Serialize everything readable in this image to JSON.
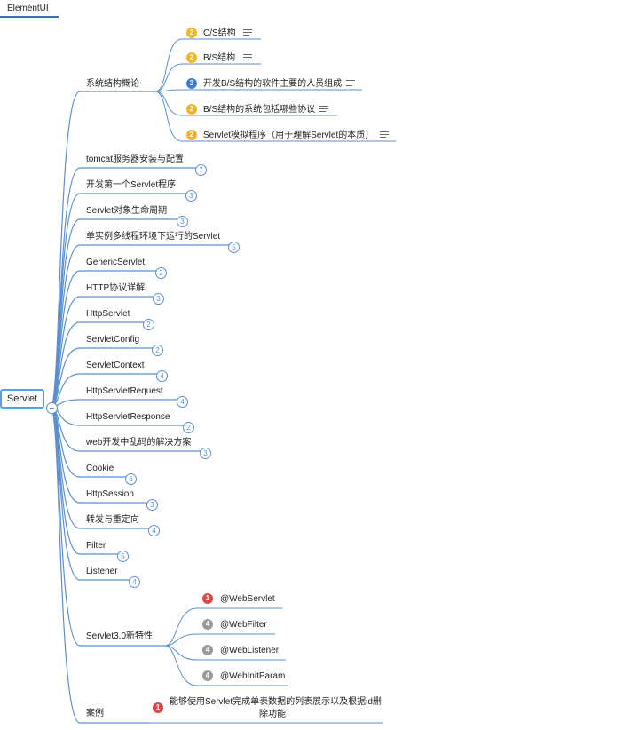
{
  "top_title": "ElementUI",
  "root": {
    "label": "Servlet"
  },
  "colors": {
    "line": "#5b8fd0",
    "badge_yellow": "#f0b429",
    "badge_blue": "#3d7dd8",
    "badge_red": "#e04848",
    "badge_gray": "#9a9a9a"
  },
  "branches": [
    {
      "label": "系统结构概论",
      "children": [
        {
          "badge": "2",
          "badge_color": "yellow",
          "label": "C/S结构",
          "note": true
        },
        {
          "badge": "2",
          "badge_color": "yellow",
          "label": "B/S结构",
          "note": true
        },
        {
          "badge": "3",
          "badge_color": "blue",
          "label": "开发B/S结构的软件主要的人员组成",
          "note": true
        },
        {
          "badge": "2",
          "badge_color": "yellow",
          "label": "B/S结构的系统包括哪些协议",
          "note": true
        },
        {
          "badge": "2",
          "badge_color": "yellow",
          "label": "Servlet模拟程序（用于理解Servlet的本质）",
          "note": true
        }
      ]
    },
    {
      "label": "tomcat服务器安装与配置",
      "count": "7"
    },
    {
      "label": "开发第一个Servlet程序",
      "count": "3"
    },
    {
      "label": "Servlet对象生命周期",
      "count": "3"
    },
    {
      "label": "单实例多线程环境下运行的Servlet",
      "count": "5"
    },
    {
      "label": "GenericServlet",
      "count": "2"
    },
    {
      "label": "HTTP协议详解",
      "count": "3"
    },
    {
      "label": "HttpServlet",
      "count": "2"
    },
    {
      "label": "ServletConfig",
      "count": "2"
    },
    {
      "label": "ServletContext",
      "count": "4"
    },
    {
      "label": "HttpServletRequest",
      "count": "4"
    },
    {
      "label": "HttpServletResponse",
      "count": "2"
    },
    {
      "label": "web开发中乱码的解决方案",
      "count": "3"
    },
    {
      "label": "Cookie",
      "count": "6"
    },
    {
      "label": "HttpSession",
      "count": "3"
    },
    {
      "label": "转发与重定向",
      "count": "4"
    },
    {
      "label": "Filter",
      "count": "5"
    },
    {
      "label": "Listener",
      "count": "4"
    },
    {
      "label": "Servlet3.0新特性",
      "children": [
        {
          "badge": "1",
          "badge_color": "red",
          "label": "@WebServlet"
        },
        {
          "badge": "4",
          "badge_color": "gray",
          "label": "@WebFilter"
        },
        {
          "badge": "4",
          "badge_color": "gray",
          "label": "@WebListener"
        },
        {
          "badge": "4",
          "badge_color": "gray",
          "label": "@WebInitParam"
        }
      ]
    },
    {
      "label": "案例",
      "children": [
        {
          "badge": "1",
          "badge_color": "red",
          "label": "能够使用Servlet完成单表数据的列表展示以及根据id删除功能",
          "label_line1": "能够使用Servlet完成单表数据的列表展示以及根据id删",
          "label_line2": "除功能"
        }
      ]
    }
  ]
}
